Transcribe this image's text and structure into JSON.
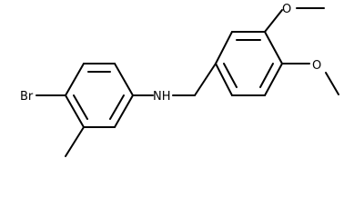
{
  "molecule": {
    "atoms": {
      "bromine": "Br",
      "amine": "NH",
      "methoxy_top": "O",
      "methoxy_right": "O"
    }
  },
  "colors": {
    "bond": "#000000",
    "label": "#000000",
    "background": "#ffffff"
  }
}
